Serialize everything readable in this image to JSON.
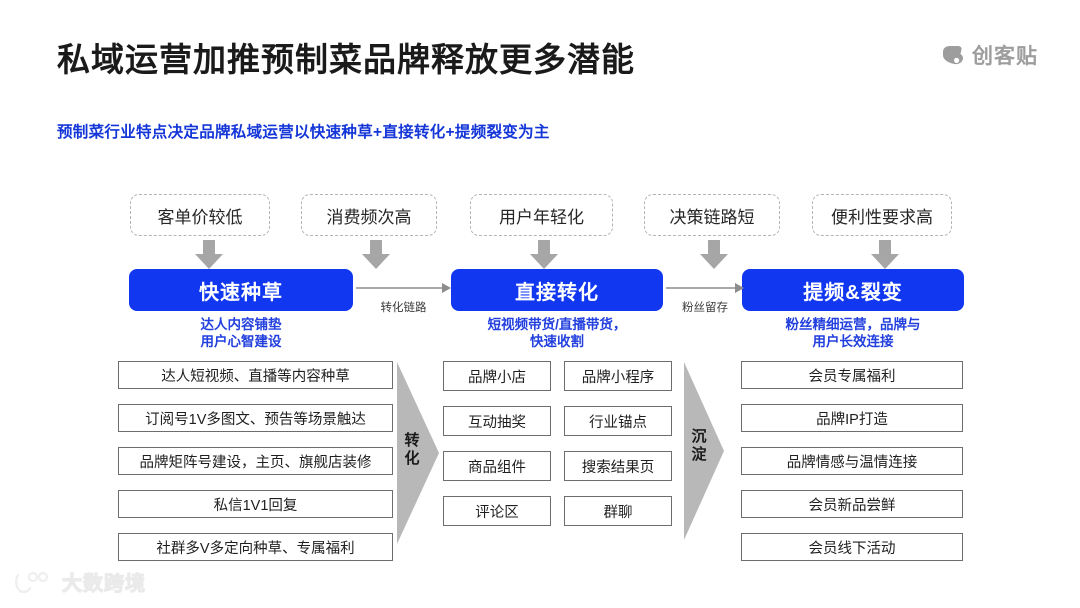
{
  "page": {
    "title": "私域运营加推预制菜品牌释放更多潜能",
    "subtitle": "预制菜行业特点决定品牌私域运营以快速种草+直接转化+提频裂变为主",
    "background": "#ffffff",
    "accent_blue": "#1137f0",
    "text_blue": "#2340de",
    "gray_border": "#6d6d6d",
    "dashed_border": "#b4b4b4",
    "arrow_gray": "#a6a6a6"
  },
  "brand": {
    "name": "创客贴",
    "color": "#9d9d9d",
    "mark_icon": "creative-cloud-mark-icon"
  },
  "watermark": {
    "name": "大数跨境",
    "mark_icon": "dashu-kuajing-mark-icon",
    "color": "#ffffff"
  },
  "features": [
    {
      "label": "客单价较低"
    },
    {
      "label": "消费频次高"
    },
    {
      "label": "用户年轻化"
    },
    {
      "label": "决策链路短"
    },
    {
      "label": "便利性要求高"
    }
  ],
  "stages": [
    {
      "title": "快速种草",
      "desc_lines": [
        "达人内容铺垫",
        "用户心智建设"
      ]
    },
    {
      "title": "直接转化",
      "desc_lines": [
        "短视频带货/直播带货，",
        "快速收割"
      ]
    },
    {
      "title": "提频&裂变",
      "desc_lines": [
        "粉丝精细运营，品牌与",
        "用户长效连接"
      ]
    }
  ],
  "connectors": [
    {
      "label": "转化链路"
    },
    {
      "label": "粉丝留存"
    }
  ],
  "chevrons": [
    {
      "label": "转化",
      "chars": [
        "转",
        "化"
      ]
    },
    {
      "label": "沉淀",
      "chars": [
        "沉",
        "淀"
      ]
    }
  ],
  "columns": {
    "left": {
      "items": [
        {
          "label": "达人短视频、直播等内容种草"
        },
        {
          "label": "订阅号1V多图文、预告等场景触达"
        },
        {
          "label": "品牌矩阵号建设，主页、旗舰店装修"
        },
        {
          "label": "私信1V1回复"
        },
        {
          "label": "社群多V多定向种草、专属福利"
        }
      ]
    },
    "middle": {
      "items": [
        {
          "label": "品牌小店"
        },
        {
          "label": "品牌小程序"
        },
        {
          "label": "互动抽奖"
        },
        {
          "label": "行业锚点"
        },
        {
          "label": "商品组件"
        },
        {
          "label": "搜索结果页"
        },
        {
          "label": "评论区"
        },
        {
          "label": "群聊"
        }
      ]
    },
    "right": {
      "items": [
        {
          "label": "会员专属福利"
        },
        {
          "label": "品牌IP打造"
        },
        {
          "label": "品牌情感与温情连接"
        },
        {
          "label": "会员新品尝鲜"
        },
        {
          "label": "会员线下活动"
        }
      ]
    }
  }
}
